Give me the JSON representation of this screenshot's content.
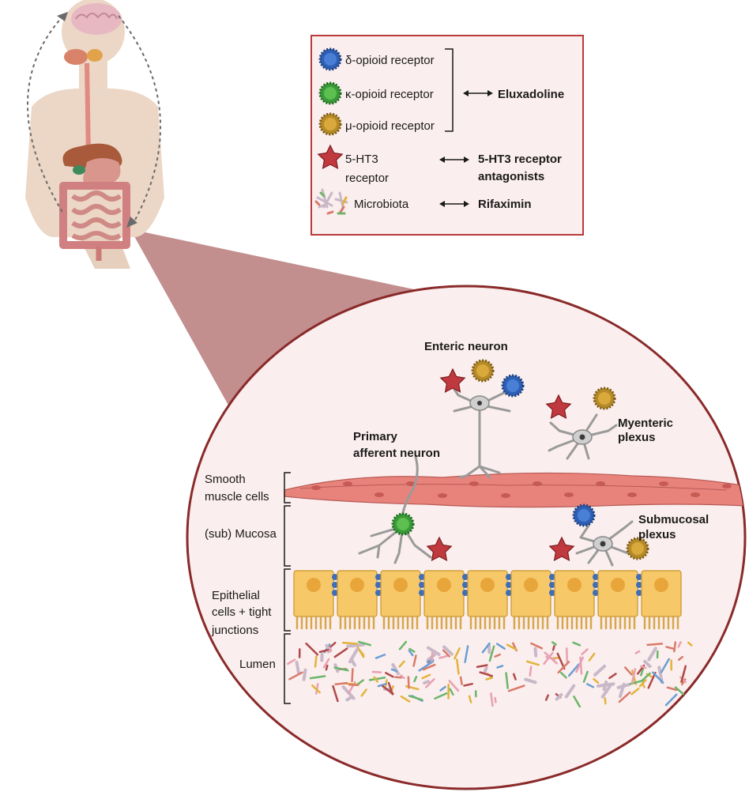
{
  "legend": {
    "delta_receptor": "δ-opioid receptor",
    "kappa_receptor": "κ-opioid receptor",
    "mu_receptor": "μ-opioid receptor",
    "opioid_drug": "Eluxadoline",
    "ht3_line1": "5-HT3",
    "ht3_line2": "receptor",
    "ht3_drug_line1": "5-HT3 receptor",
    "ht3_drug_line2": "antagonists",
    "microbiota": "Microbiota",
    "microbiota_drug": "Rifaximin"
  },
  "neurons": {
    "enteric": "Enteric neuron",
    "myenteric_line1": "Myenteric",
    "myenteric_line2": "plexus",
    "primary_line1": "Primary",
    "primary_line2": "afferent neuron",
    "submucosal_line1": "Submucosal",
    "submucosal_line2": "plexus"
  },
  "layers": {
    "smooth_line1": "Smooth",
    "smooth_line2": "muscle cells",
    "mucosa": "(sub) Mucosa",
    "epithelial_line1": "Epithelial",
    "epithelial_line2": "cells + tight",
    "epithelial_line3": "junctions",
    "lumen": "Lumen"
  },
  "colors": {
    "delta": "#2e5fb5",
    "kappa": "#3a9a3a",
    "mu": "#b58a28",
    "star": "#c0393e",
    "frame": "#b83a3a",
    "magnify": "#b97a7a",
    "circle_fill": "#fbeeee"
  }
}
